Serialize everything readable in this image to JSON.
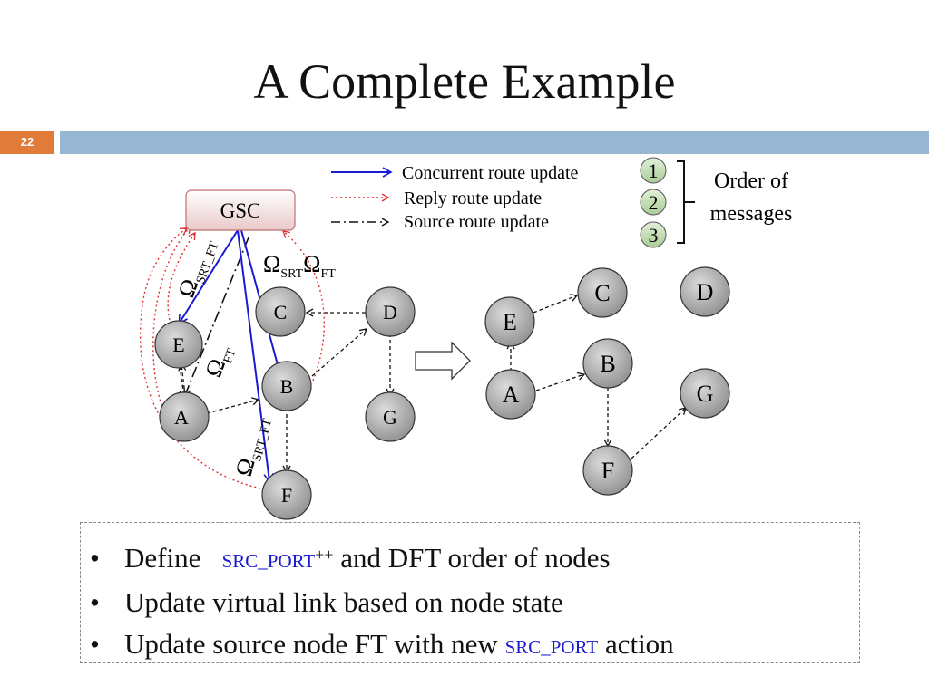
{
  "slide": {
    "title": "A Complete Example",
    "page_number": "22"
  },
  "legend": {
    "items": [
      {
        "label": "Concurrent route update",
        "style": "solid",
        "color": "#1a1ad0"
      },
      {
        "label": "Reply route update",
        "style": "dotted",
        "color": "#e03030"
      },
      {
        "label": "Source route update",
        "style": "dash-dot",
        "color": "#111111"
      }
    ],
    "order_badges": [
      "1",
      "2",
      "3"
    ],
    "order_label_line1": "Order of",
    "order_label_line2": "messages"
  },
  "left_graph": {
    "controller": "GSC",
    "nodes": {
      "C": "C",
      "D": "D",
      "E": "E",
      "B": "B",
      "A": "A",
      "G": "G",
      "F": "F"
    },
    "labels": {
      "omega": "Ω",
      "srt_ft": "SRT_FT",
      "srt": "SRT",
      "ft": "FT"
    }
  },
  "right_graph": {
    "nodes": {
      "C": "C",
      "D": "D",
      "E": "E",
      "B": "B",
      "A": "A",
      "G": "G",
      "F": "F"
    }
  },
  "colors": {
    "accent_orange": "#e07b39",
    "header_blue": "#97b6d2",
    "node_fill": "#a9a9a9",
    "gsc_fill": "#f4dede",
    "gsc_border": "#c07070",
    "concurrent": "#1a1ad0",
    "reply": "#e03030",
    "badge_fill": "#b9d6a8"
  },
  "bullets": {
    "b1_pre": "Define",
    "b1_kw": "src_port",
    "b1_sup": "++",
    "b1_post": "and DFT order of nodes",
    "b2": "Update virtual link based on node state",
    "b3_pre": "Update source node FT with new",
    "b3_kw": "src_port",
    "b3_post": "action"
  }
}
